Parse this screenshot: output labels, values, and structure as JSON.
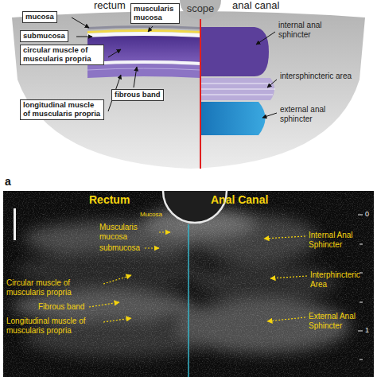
{
  "diagram": {
    "nodes": [
      {
        "text": [
          "scope"
        ]
      },
      {
        "text": [
          "mucosa"
        ]
      },
      {
        "text": [
          "muscularis mucosa"
        ]
      },
      {
        "text": [
          "submucosa"
        ]
      },
      {
        "text": [
          "circular muscle of muscularis propria"
        ]
      },
      {
        "text": [
          "fibrous band"
        ]
      },
      {
        "text": [
          "longitudinal muscle of muscularis propria"
        ]
      }
    ],
    "labels": [
      "rectum",
      "anal canal",
      "internal anal sphincter",
      "intersphincteric area",
      "external anal sphincter",
      "a",
      "Rectum",
      "Anal Canal",
      "Mucosa",
      "Muscularis mucosa",
      "submucosa",
      "Circular muscle of muscularis propria",
      "Fibrous band",
      "Longitudinal muscle of muscularis propria",
      "Internal Anal Sphincter",
      "Interphincteric Area",
      "External Anal Sphincter",
      "0",
      "1"
    ]
  }
}
